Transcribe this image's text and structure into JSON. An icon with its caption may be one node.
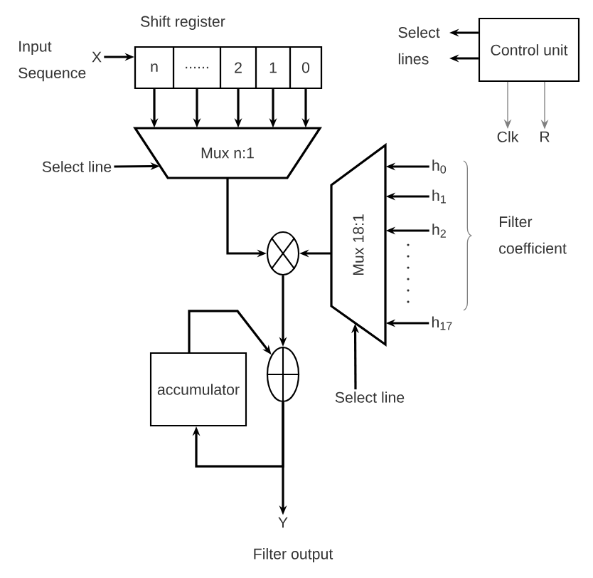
{
  "diagram": {
    "nodes": [
      {
        "text": [
          "Shift register"
        ]
      },
      {
        "text": [
          "X"
        ],
        "beside": [
          "Input Sequence"
        ]
      },
      {
        "text": [
          "n"
        ],
        "in": 0
      },
      {
        "text": [
          "......"
        ],
        "in": 0
      },
      {
        "text": [
          "2"
        ],
        "in": 0
      },
      {
        "text": [
          "1"
        ],
        "in": 0
      },
      {
        "text": [
          "0"
        ],
        "in": 0
      },
      {
        "text": [
          "Select lines"
        ]
      },
      {
        "text": [
          "Control unit"
        ]
      },
      {
        "text": [
          "Clk"
        ]
      },
      {
        "text": [
          "R"
        ]
      },
      {
        "text": [
          "Mux n:1"
        ]
      },
      {
        "text": [
          "Select line"
        ]
      },
      {
        "text": [
          "Mux 18:1"
        ]
      },
      {
        "text": [
          "h$_{0}$"
        ]
      },
      {
        "text": [
          "h$_{1}$"
        ]
      },
      {
        "text": [
          "h$_{2}$"
        ]
      },
      {
        "text": [
          "h$_{17}$"
        ]
      },
      {
        "text": [],
        "shape": "circle"
      },
      {
        "text": [],
        "shape": "circle"
      },
      {
        "text": [
          "accumulator"
        ]
      },
      {
        "text": [
          "Select line"
        ]
      },
      {
        "text": [
          "Y"
        ],
        "beside": [
          "Filter output"
        ]
      }
    ],
    "edges": [
      {
        "from": 1,
        "to": 0,
        "arrow": "to"
      },
      {
        "from": 2,
        "to": 11,
        "arrow": "to"
      },
      {
        "from": 3,
        "to": 11,
        "arrow": "to"
      },
      {
        "from": 4,
        "to": 11,
        "arrow": "to"
      },
      {
        "from": 5,
        "to": 11,
        "arrow": "to"
      },
      {
        "from": 6,
        "to": 11,
        "arrow": "to"
      },
      {
        "from": 8,
        "to": 7,
        "arrow": "to"
      },
      {
        "from": 8,
        "to": 7,
        "arrow": "to"
      },
      {
        "from": 8,
        "to": 9,
        "arrow": "to",
        "color": "#808080"
      },
      {
        "from": 8,
        "to": 10,
        "arrow": "to",
        "color": "#808080"
      },
      {
        "from": 12,
        "to": 11,
        "arrow": "to"
      },
      {
        "from": 11,
        "to": 18,
        "arrow": "to"
      },
      {
        "from": 14,
        "to": 13,
        "arrow": "to"
      },
      {
        "from": 15,
        "to": 13,
        "arrow": "to"
      },
      {
        "from": 16,
        "to": 13,
        "arrow": "to"
      },
      {
        "from": 17,
        "to": 13,
        "arrow": "to"
      },
      {
        "from": 13,
        "to": 18,
        "arrow": "to"
      },
      {
        "from": 21,
        "to": 13,
        "arrow": "to"
      },
      {
        "from": 18,
        "to": 19,
        "arrow": "to"
      },
      {
        "from": 20,
        "to": 19,
        "arrow": "to"
      },
      {
        "from": 19,
        "to": 22,
        "arrow": "to"
      },
      {
        "from": 19,
        "to": 20,
        "arrow": "to"
      }
    ],
    "labels": [
      "Filter coefficient"
    ]
  }
}
